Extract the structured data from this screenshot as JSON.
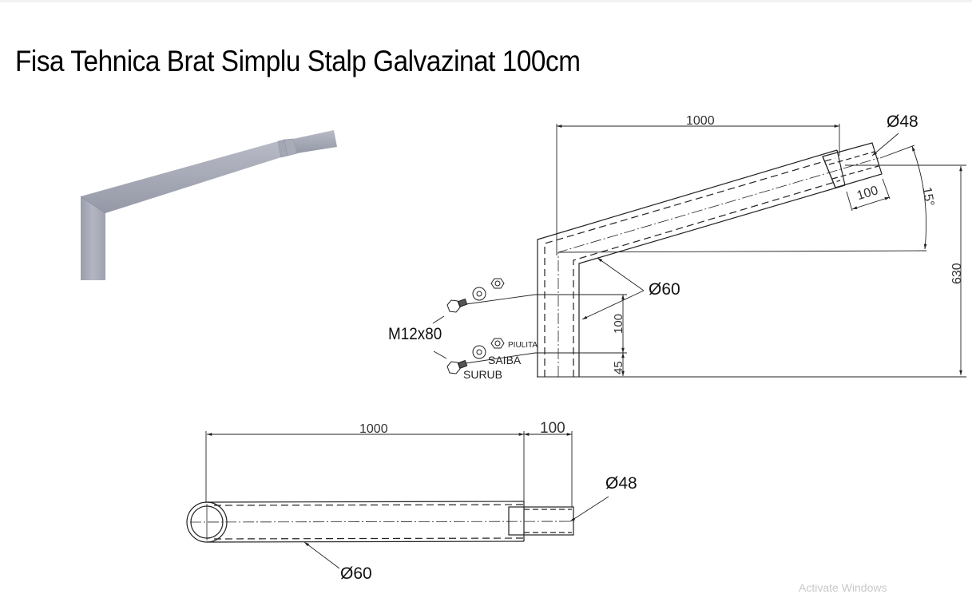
{
  "page": {
    "title": "Fisa Tehnica Brat Simplu Stalp Galvazinat 100cm",
    "watermark": "Activate Windows"
  },
  "render_3d": {
    "description": "3D render of galvanized single pole arm",
    "color": "#a9acb8"
  },
  "side_view": {
    "dim_length": "1000",
    "dim_sleeve_length": "100",
    "dim_height": "630",
    "dim_angle": "15°",
    "dim_outer_diameter": "Ø60",
    "dim_sleeve_diameter": "Ø48",
    "dim_bolt_spacing": "100",
    "dim_bolt_offset": "45"
  },
  "hardware": {
    "bolt_spec": "M12x80",
    "nut_label": "PIULITA",
    "washer_label": "SAIBA",
    "bolt_label": "SURUB"
  },
  "top_view": {
    "dim_length": "1000",
    "dim_sleeve_length": "100",
    "dim_outer_diameter": "Ø60",
    "dim_sleeve_diameter": "Ø48"
  }
}
